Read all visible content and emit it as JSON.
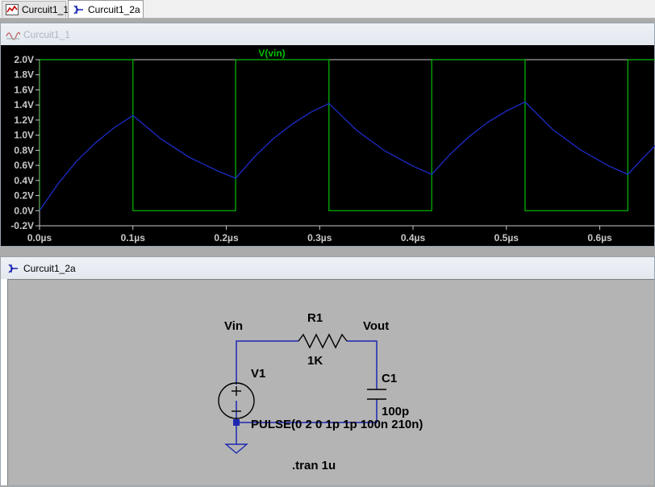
{
  "tabs": [
    {
      "label": "Curcuit1_1",
      "icon": "waveform-icon"
    },
    {
      "label": "Curcuit1_2a",
      "icon": "schematic-icon"
    }
  ],
  "plot_window": {
    "title": "Curcuit1_1"
  },
  "schematic_window": {
    "title": "Curcuit1_2a"
  },
  "colors": {
    "trace_vin": "#00c000",
    "trace_vout": "#1f2fd8",
    "plot_bg": "#000000",
    "schematic_bg": "#b4b4b4",
    "wire": "#1c27b0"
  },
  "chart_data": {
    "type": "line",
    "title": "",
    "xlabel": "",
    "ylabel": "",
    "xlim": [
      0,
      0.66
    ],
    "ylim": [
      -0.2,
      2.0
    ],
    "x_ticks": [
      "0.0µs",
      "0.1µs",
      "0.2µs",
      "0.3µs",
      "0.4µs",
      "0.5µs",
      "0.6µs"
    ],
    "x_tick_values": [
      0,
      0.1,
      0.2,
      0.3,
      0.4,
      0.5,
      0.6
    ],
    "y_ticks": [
      "-0.2V",
      "0.0V",
      "0.2V",
      "0.4V",
      "0.6V",
      "0.8V",
      "1.0V",
      "1.2V",
      "1.4V",
      "1.6V",
      "1.8V",
      "2.0V"
    ],
    "y_tick_values": [
      -0.2,
      0,
      0.2,
      0.4,
      0.6,
      0.8,
      1.0,
      1.2,
      1.4,
      1.6,
      1.8,
      2.0
    ],
    "series": [
      {
        "name": "V(vin)",
        "x": [
          0,
          0,
          0.1,
          0.1,
          0.21,
          0.21,
          0.31,
          0.31,
          0.42,
          0.42,
          0.52,
          0.52,
          0.63,
          0.63,
          0.66
        ],
        "values": [
          0,
          2,
          2,
          0,
          0,
          2,
          2,
          0,
          0,
          2,
          2,
          0,
          0,
          2,
          2
        ]
      },
      {
        "name": "",
        "x": [
          0,
          0.02,
          0.04,
          0.06,
          0.08,
          0.1,
          0.13,
          0.16,
          0.19,
          0.21,
          0.23,
          0.25,
          0.27,
          0.29,
          0.31,
          0.34,
          0.37,
          0.4,
          0.42,
          0.44,
          0.46,
          0.48,
          0.5,
          0.52,
          0.55,
          0.58,
          0.61,
          0.63,
          0.645,
          0.66
        ],
        "values": [
          0,
          0.36,
          0.66,
          0.9,
          1.1,
          1.26,
          0.95,
          0.71,
          0.53,
          0.43,
          0.71,
          0.95,
          1.14,
          1.3,
          1.42,
          1.06,
          0.79,
          0.59,
          0.48,
          0.75,
          0.98,
          1.17,
          1.32,
          1.44,
          1.07,
          0.8,
          0.59,
          0.48,
          0.68,
          0.87
        ]
      }
    ]
  },
  "schematic": {
    "net_vin": "Vin",
    "net_vout": "Vout",
    "r1_name": "R1",
    "r1_value": "1K",
    "c1_name": "C1",
    "c1_value": "100p",
    "v1_name": "V1",
    "v1_value": "PULSE(0 2 0 1p 1p 100n 210n)",
    "directive": ".tran 1u"
  }
}
